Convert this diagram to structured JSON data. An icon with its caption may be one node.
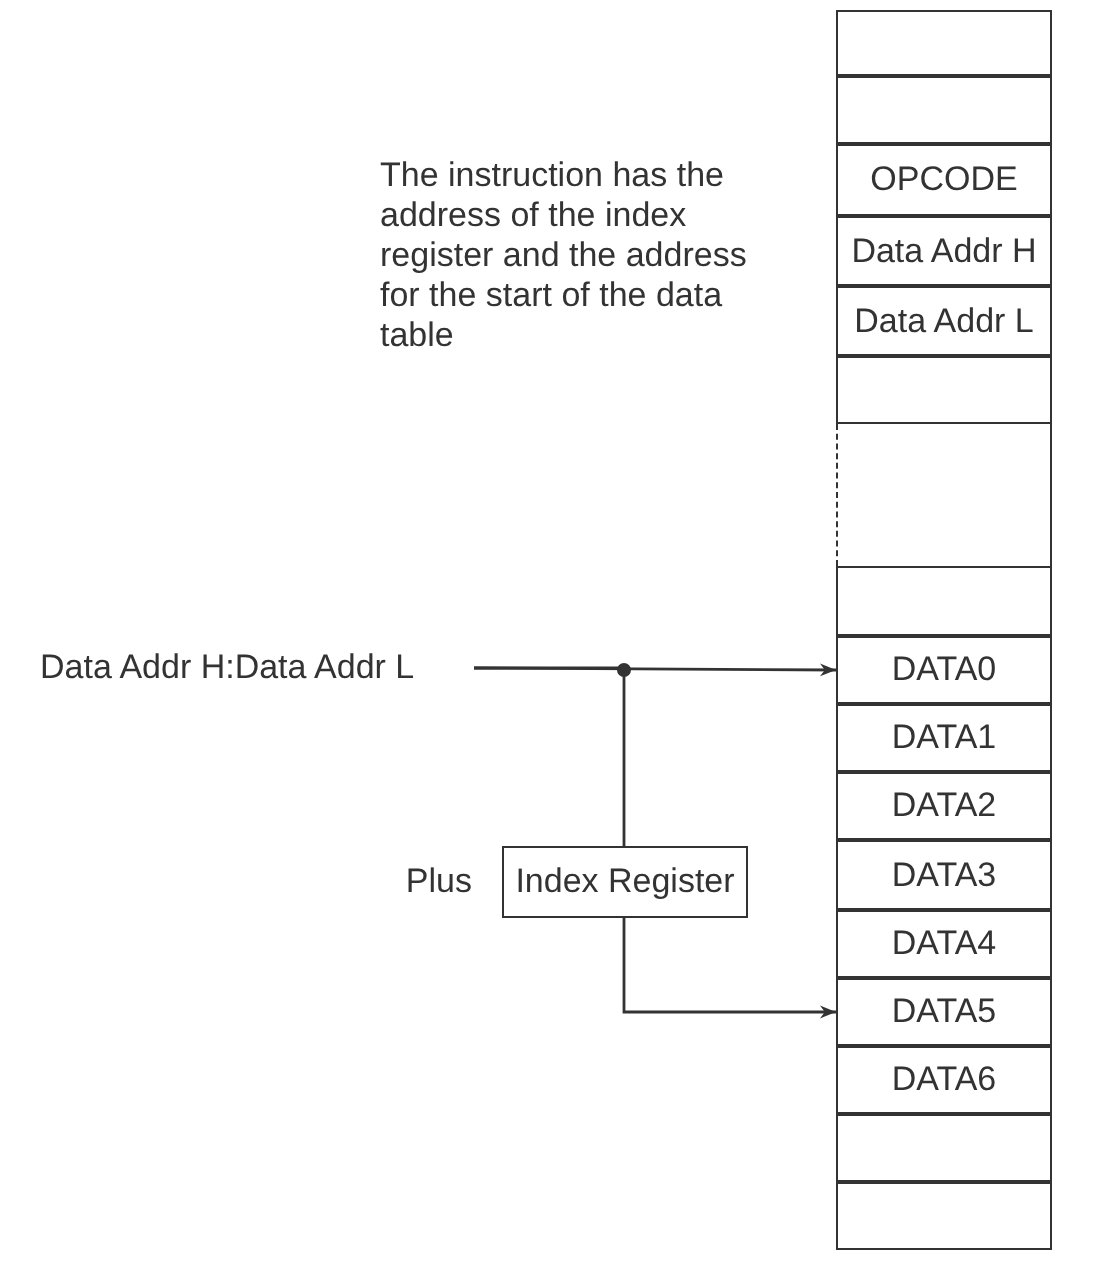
{
  "diagram": {
    "nodes": [
      {
        "text": [],
        "shape": "box"
      },
      {
        "text": [],
        "shape": "box"
      },
      {
        "text": [
          "OPCODE"
        ]
      },
      {
        "text": [
          "Data Addr H"
        ]
      },
      {
        "text": [
          "Data Addr L"
        ]
      },
      {
        "text": [],
        "shape": "box"
      },
      {
        "text": [],
        "shape": "box"
      },
      {
        "text": [],
        "shape": "box"
      },
      {
        "text": [
          "DATA0"
        ]
      },
      {
        "text": [
          "DATA1"
        ]
      },
      {
        "text": [
          "DATA2"
        ]
      },
      {
        "text": [
          "DATA3"
        ]
      },
      {
        "text": [
          "DATA4"
        ]
      },
      {
        "text": [
          "DATA5"
        ]
      },
      {
        "text": [
          "DATA6"
        ]
      },
      {
        "text": [],
        "shape": "box"
      },
      {
        "text": [],
        "shape": "box"
      },
      {
        "text": [
          "Data Addr H:Data Addr L"
        ]
      },
      {
        "text": [
          "Index Register"
        ]
      }
    ],
    "edges": [
      {
        "from": 17,
        "to": 8,
        "arrow": "to"
      },
      {
        "from": 17,
        "to": 18,
        "arrow": "none"
      },
      {
        "from": 18,
        "to": 13,
        "arrow": "to"
      }
    ],
    "labels": [
      "The instruction has the address of the index register and the address for the start of the data table",
      "Plus"
    ]
  }
}
